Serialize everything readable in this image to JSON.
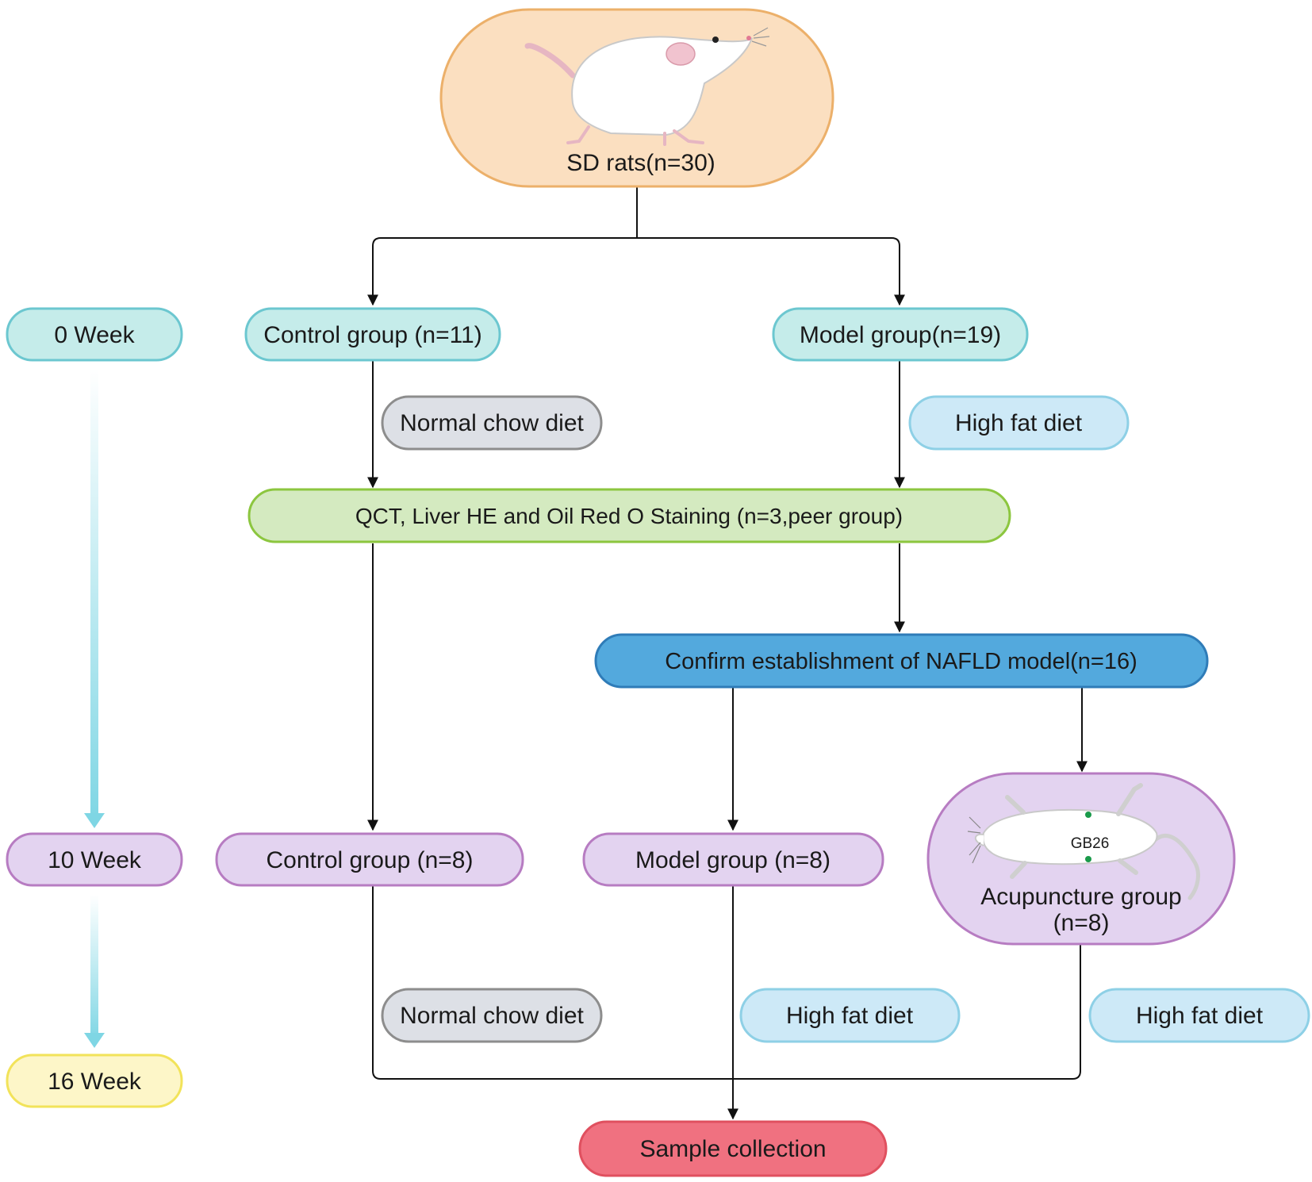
{
  "start": {
    "label": "SD rats(n=30)"
  },
  "timeline": {
    "w0": "0 Week",
    "w10": "10 Week",
    "w16": "16 Week"
  },
  "groups": {
    "control_initial": "Control group (n=11)",
    "model_initial": "Model group(n=19)",
    "control_final": "Control group (n=8)",
    "model_final": "Model group (n=8)",
    "acupuncture_line1": "Acupuncture group",
    "acupuncture_line2": "(n=8)"
  },
  "diets": {
    "normal_top": "Normal chow diet",
    "highfat_top": "High fat diet",
    "normal_bottom": "Normal chow diet",
    "highfat_mid": "High fat diet",
    "highfat_right": "High fat diet"
  },
  "staining": {
    "label": "QCT, Liver HE and Oil Red O Staining (n=3,peer group)"
  },
  "confirm": {
    "label": "Confirm establishment of NAFLD model(n=16)"
  },
  "acupoint": {
    "label": "GB26"
  },
  "sample": {
    "label": "Sample collection"
  },
  "colors": {
    "teal_fill": "#c5ecea",
    "teal_stroke": "#6cc7d0",
    "purple_fill": "#e3d3f0",
    "purple_stroke": "#b77cc2",
    "gray_fill": "#dde0e6",
    "gray_stroke": "#8d8d8d",
    "lightblue_fill": "#cde9f7",
    "lightblue_stroke": "#8ed0e6",
    "green_fill": "#d4eac0",
    "green_stroke": "#8cc63f",
    "blue_fill": "#53a9dd",
    "blue_stroke": "#2f7cb8",
    "orange_fill": "#fbdfc0",
    "orange_stroke": "#ecb06a",
    "yellow_fill": "#fdf6c8",
    "yellow_stroke": "#f2e35a",
    "red_fill": "#f07180",
    "red_stroke": "#e0505f"
  }
}
